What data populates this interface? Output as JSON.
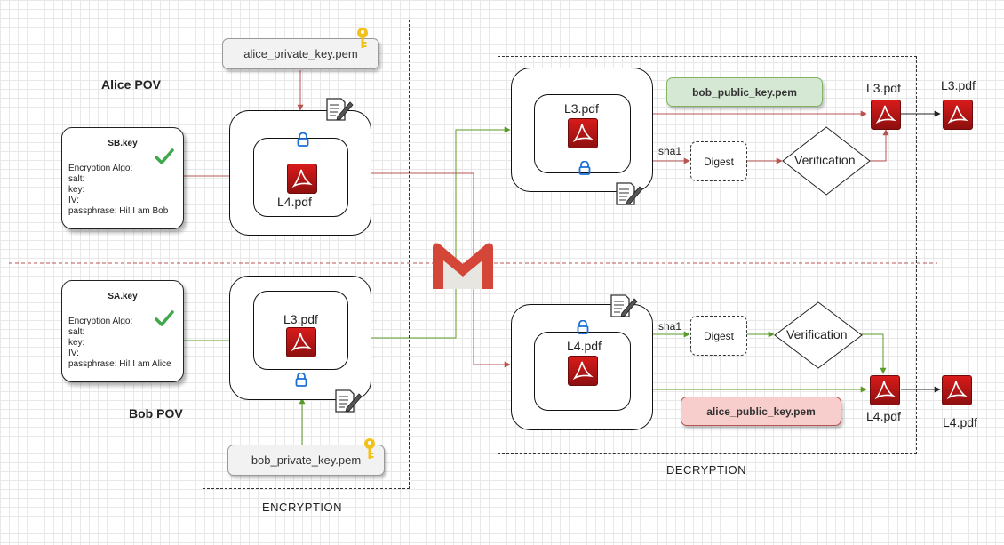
{
  "labels": {
    "alice_pov": "Alice POV",
    "bob_pov": "Bob POV",
    "encryption": "ENCRYPTION",
    "decryption": "DECRYPTION"
  },
  "keys": {
    "alice_private": "alice_private_key.pem",
    "bob_private": "bob_private_key.pem",
    "bob_public": "bob_public_key.pem",
    "alice_public": "alice_public_key.pem"
  },
  "cards": {
    "sb": {
      "title": "SB.key",
      "lines": [
        "Encryption Algo:",
        "salt:",
        "key:",
        "IV:",
        "passphrase: Hi! I am Bob"
      ]
    },
    "sa": {
      "title": "SA.key",
      "lines": [
        "Encryption Algo:",
        "salt:",
        "key:",
        "IV:",
        "passphrase: Hi! I am Alice"
      ]
    }
  },
  "files": {
    "enc_top": "L4.pdf",
    "enc_bottom": "L3.pdf",
    "dec_top": "L3.pdf",
    "dec_bottom": "L4.pdf",
    "out_top_mid": "L3.pdf",
    "out_top_right": "L3.pdf",
    "out_bottom_mid": "L4.pdf",
    "out_bottom_right": "L4.pdf"
  },
  "steps": {
    "sha1_top": "sha1",
    "sha1_bottom": "sha1",
    "digest_top": "Digest",
    "digest_bottom": "Digest",
    "verify_top": "Verification",
    "verify_bottom": "Verification"
  },
  "colors": {
    "red_line": "#b85450",
    "green_line": "#5a9a2a",
    "bob_public_fill": "#d5e8d4",
    "alice_public_fill": "#f8cecc",
    "pdf_red": "#c91717"
  },
  "icons": {
    "key": "key-icon",
    "check": "checkmark-icon",
    "lock": "lock-icon",
    "pdf": "pdf-icon",
    "edit": "edit-document-icon",
    "gmail": "gmail-icon"
  }
}
